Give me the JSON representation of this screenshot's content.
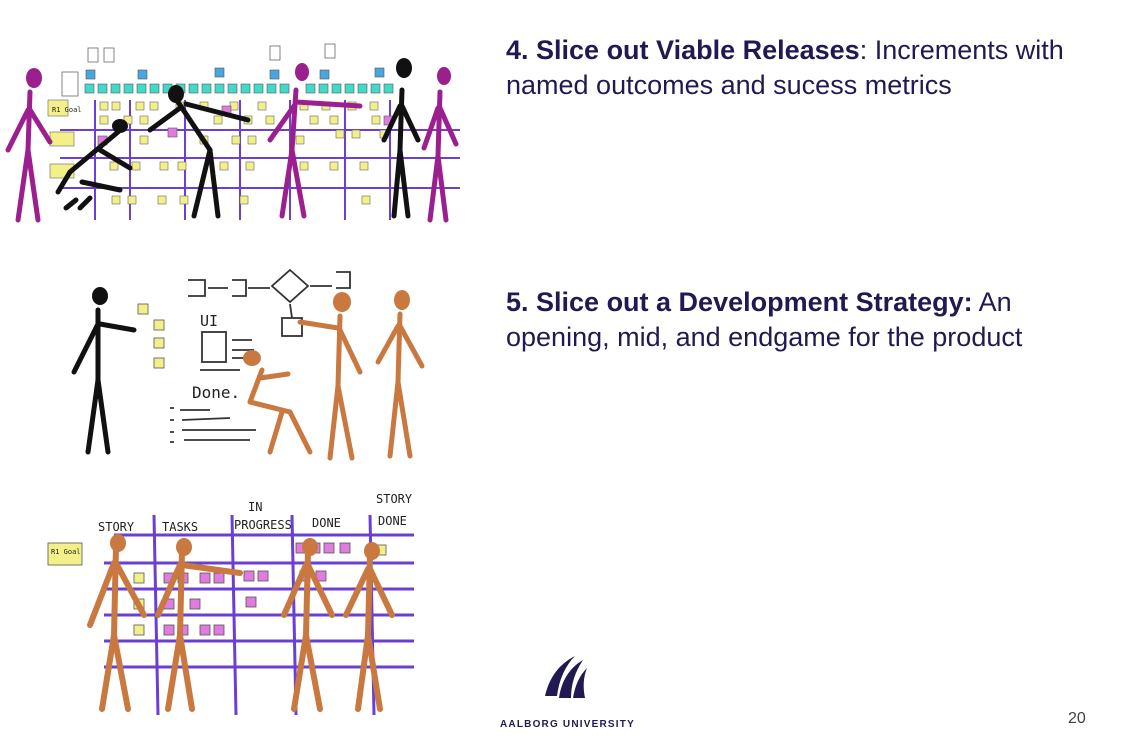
{
  "slide": {
    "bullet1": {
      "heading": "4. Slice out Viable Releases",
      "body": ": Increments with named outcomes and sucess metrics"
    },
    "bullet2": {
      "heading": "5. Slice out a Development Strategy:",
      "body": " An opening, mid, and endgame for the product"
    },
    "page_number": "20"
  },
  "logo": {
    "text": "AALBORG UNIVERSITY"
  },
  "illustration_labels": {
    "goal_note": "R1 Goal",
    "ui_label": "UI",
    "done_label": "Done.",
    "board_columns": [
      "STORY",
      "TASKS",
      "IN",
      "PROGRESS",
      "DONE",
      "STORY",
      "DONE"
    ]
  },
  "colors": {
    "text_navy": "#211a52",
    "purple_figure": "#9c1f8f",
    "orange_figure": "#c9783f",
    "board_grid": "#6a3fd6",
    "sticky_yellow": "#f3f08a",
    "sticky_pink": "#e07be0",
    "sticky_cyan": "#43d9c9"
  }
}
